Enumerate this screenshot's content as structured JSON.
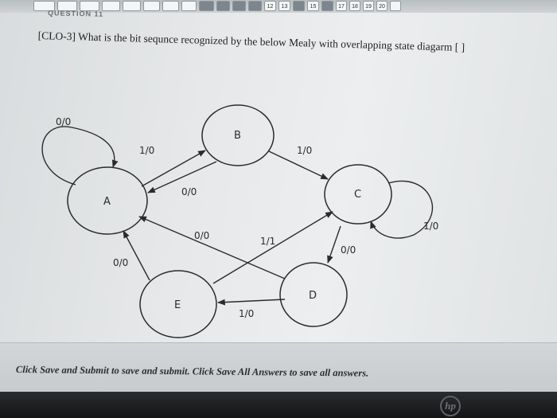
{
  "nav": {
    "buttons": [
      "",
      "",
      "",
      "",
      "",
      "",
      "",
      "",
      "",
      "",
      "",
      "",
      "12",
      "13",
      "",
      "15",
      "",
      "17",
      "18",
      "19",
      "20",
      ""
    ]
  },
  "question": {
    "header": "QUESTION 11",
    "text": "[CLO-3] What is the bit sequnce recognized by the below Mealy with overlapping state diagarm [ ]"
  },
  "diagram": {
    "states": [
      "A",
      "B",
      "C",
      "D",
      "E"
    ],
    "transitions": [
      {
        "from": "A",
        "to": "A",
        "label": "0/0"
      },
      {
        "from": "A",
        "to": "B",
        "label": "1/0"
      },
      {
        "from": "B",
        "to": "A",
        "label": "0/0"
      },
      {
        "from": "B",
        "to": "C",
        "label": "1/0"
      },
      {
        "from": "C",
        "to": "C",
        "label": "1/0"
      },
      {
        "from": "C",
        "to": "D",
        "label": "0/0"
      },
      {
        "from": "D",
        "to": "A",
        "label": "0/0"
      },
      {
        "from": "D",
        "to": "E",
        "label": "1/0"
      },
      {
        "from": "E",
        "to": "A",
        "label": "0/0"
      },
      {
        "from": "E",
        "to": "C",
        "label": "1/1"
      }
    ]
  },
  "footer": {
    "text": "Click Save and Submit to save and submit. Click Save All Answers to save all answers."
  },
  "brand": {
    "logo": "hp"
  }
}
